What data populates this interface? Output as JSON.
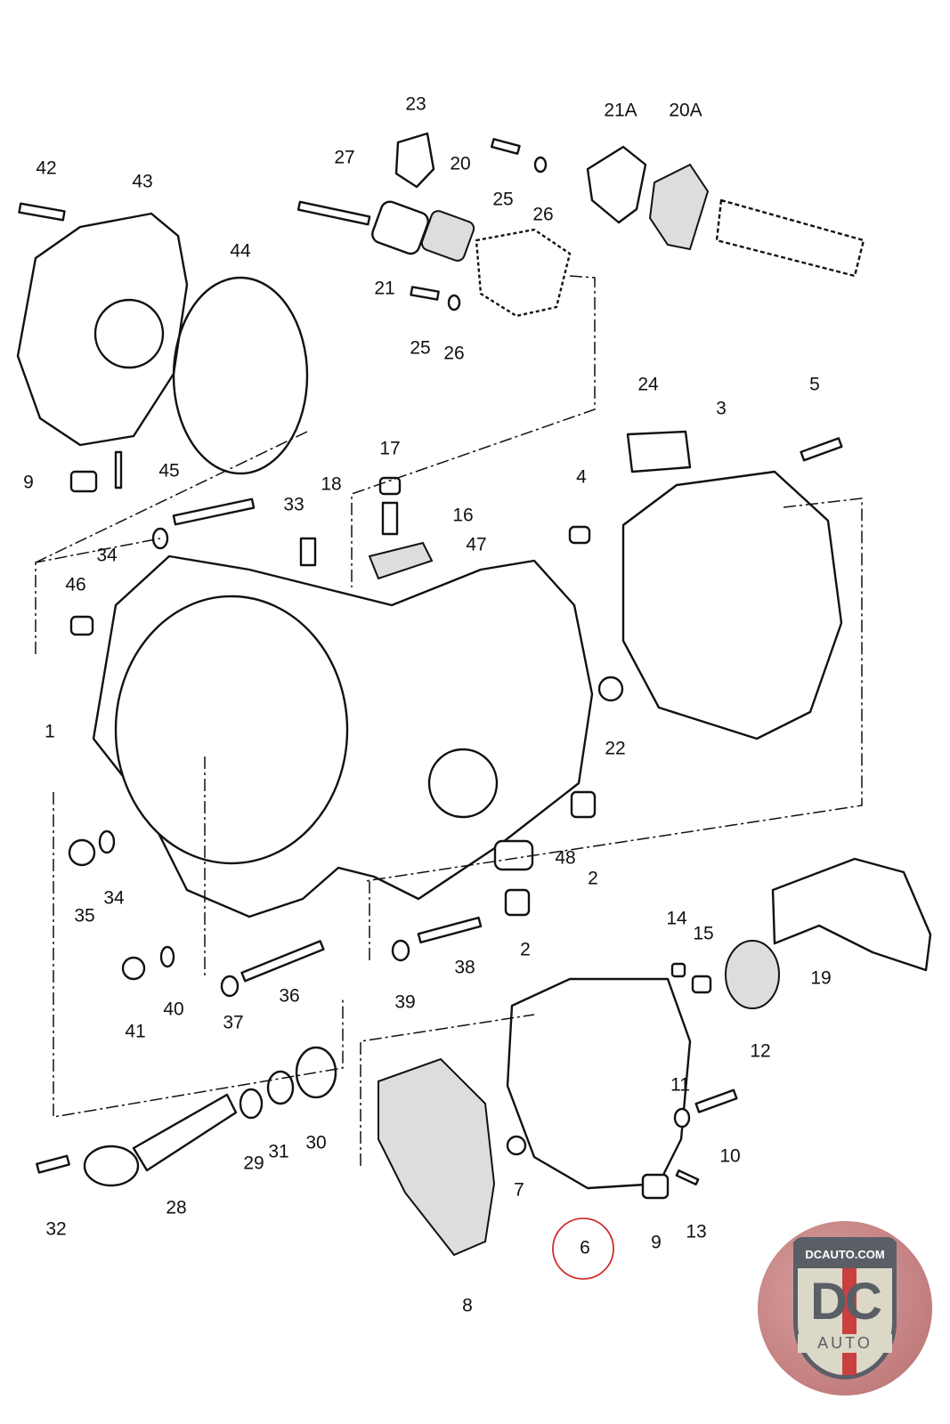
{
  "diagram": {
    "labels": [
      "42",
      "43",
      "27",
      "23",
      "20",
      "25",
      "26",
      "21A",
      "20A",
      "44",
      "21",
      "25",
      "26",
      "24",
      "3",
      "5",
      "9",
      "45",
      "17",
      "18",
      "33",
      "16",
      "47",
      "4",
      "34",
      "46",
      "1",
      "22",
      "2",
      "48",
      "35",
      "34",
      "2",
      "38",
      "14",
      "15",
      "19",
      "41",
      "40",
      "37",
      "36",
      "39",
      "12",
      "11",
      "10",
      "30",
      "31",
      "29",
      "32",
      "28",
      "7",
      "13",
      "9",
      "6",
      "8"
    ],
    "highlighted_label": "6",
    "highlight_color": "#d03030"
  },
  "logo": {
    "top_text": "DCAUTO.COM",
    "main_text": "DC",
    "sub_text": "AUTO"
  }
}
